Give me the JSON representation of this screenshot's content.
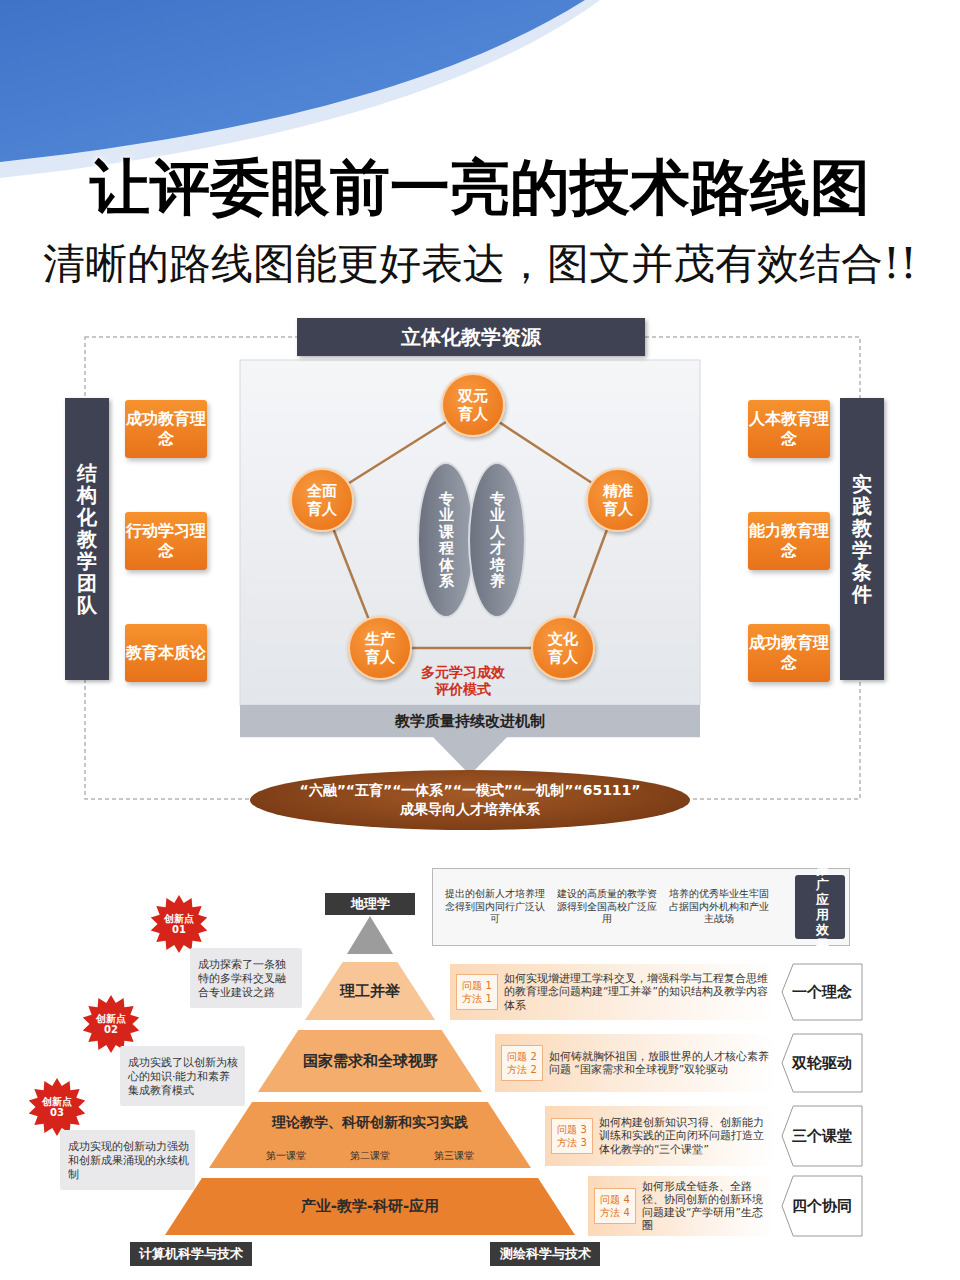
{
  "diagram": {
    "title": "让评委眼前一亮的技术路线图",
    "caption": "清晰的路线图能更好表达，图文并茂有效结合!!",
    "nodes": [
      {
        "text": [
          "立体化教学资源"
        ]
      },
      {
        "text": [
          "结构化教学团队"
        ]
      },
      {
        "text": [
          "成功教育理念"
        ]
      },
      {
        "text": [
          "行动学习理念"
        ]
      },
      {
        "text": [
          "教育本质论"
        ]
      },
      {
        "text": [
          "双元育人"
        ]
      },
      {
        "text": [
          "全面育人"
        ]
      },
      {
        "text": [
          "精准育人"
        ]
      },
      {
        "text": [
          "专业课程体系"
        ]
      },
      {
        "text": [
          "专业人才培养"
        ]
      },
      {
        "text": [
          "生产育人"
        ]
      },
      {
        "text": [
          "文化育人"
        ]
      },
      {
        "text": [
          "实践教学条件"
        ]
      },
      {
        "text": [
          "人本教育理念"
        ]
      },
      {
        "text": [
          "能力教育理念"
        ]
      },
      {
        "text": [
          "成功教育理念"
        ]
      },
      {
        "text": [
          "教学质量持续改进机制"
        ]
      },
      {
        "text": [
          "“六融”“五育”“一体系”“一模式”“一机制”“65111”",
          "成果导向人才培养体系"
        ]
      },
      {
        "text": [
          "地理学"
        ]
      },
      {
        "text": [
          "提出的创新人才培养理念得到国内同行广泛认可",
          "建设的高质量的教学资源得到全国高校广泛应用",
          "培养的优秀毕业生牢固占据国内外机构和产业主战场"
        ]
      },
      {
        "text": [
          "推广应用效果"
        ],
        "in": 19
      },
      {
        "text": [
          "创新点 01"
        ]
      },
      {
        "text": [
          "成功探索了一条独特的多学科交叉融合专业建设之路"
        ]
      },
      {
        "text": [
          "理工并举"
        ]
      },
      {
        "text": [
          "如何实现增进理工学科交叉，增强科学与工程复合思维的教育理念问题构建“理工并举”的知识结构及教学内容体系"
        ]
      },
      {
        "text": [
          "问题 1 方法 1"
        ],
        "in": 24
      },
      {
        "text": [
          "一个理念"
        ]
      },
      {
        "text": [
          "创新点 02"
        ]
      },
      {
        "text": [
          "成功实践了以创新为核心的知识·能力和素养集成教育模式"
        ]
      },
      {
        "text": [
          "国家需求和全球视野"
        ]
      },
      {
        "text": [
          "如何铸就胸怀祖国，放眼世界的人才核心素养问题 “国家需求和全球视野”双轮驱动"
        ]
      },
      {
        "text": [
          "问题 2 方法 2"
        ],
        "in": 30
      },
      {
        "text": [
          "双轮驱动"
        ]
      },
      {
        "text": [
          "创新点 03"
        ]
      },
      {
        "text": [
          "成功实现的创新动力强劲和创新成果涌现的永续机制"
        ]
      },
      {
        "text": [
          "理论教学、科研创新和实习实践",
          "第一课堂",
          "第二课堂",
          "第三课堂"
        ]
      },
      {
        "text": [
          "如何构建创新知识习得、创新能力训练和实践的正向闭环问题打造立体化教学的“三个课堂”"
        ]
      },
      {
        "text": [
          "问题 3 方法 3"
        ],
        "in": 36
      },
      {
        "text": [
          "三个课堂"
        ]
      },
      {
        "text": [
          "产业-教学-科研-应用"
        ]
      },
      {
        "text": [
          "如何形成全链条、全路径、协同创新的创新环境问题建设“产学研用”生态圈"
        ]
      },
      {
        "text": [
          "问题 4 方法 4"
        ],
        "in": 40
      },
      {
        "text": [
          "四个协同"
        ]
      },
      {
        "text": [
          "计算机科学与技术"
        ]
      },
      {
        "text": [
          "测绘科学与技术"
        ]
      }
    ],
    "edges": [
      {
        "from": 5,
        "to": 7,
        "arrow": "none"
      },
      {
        "from": 7,
        "to": 11,
        "arrow": "none"
      },
      {
        "from": 11,
        "to": 10,
        "arrow": "none"
      },
      {
        "from": 10,
        "to": 6,
        "arrow": "none"
      },
      {
        "from": 6,
        "to": 5,
        "arrow": "none"
      }
    ],
    "labels": [
      "多元学习成效评价模式"
    ]
  }
}
